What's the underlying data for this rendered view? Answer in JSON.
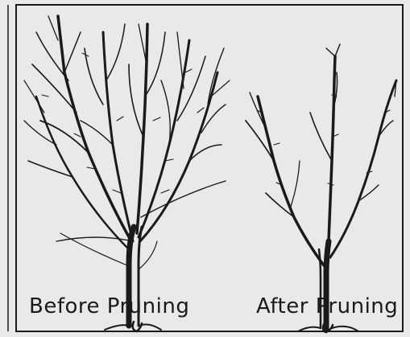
{
  "captions": {
    "before": "Before Pruning",
    "after": "After Pruning"
  },
  "colors": {
    "background": "#e9e9e7",
    "ink": "#1a1a1a"
  },
  "icons": [
    "tree-unpruned",
    "tree-pruned"
  ]
}
